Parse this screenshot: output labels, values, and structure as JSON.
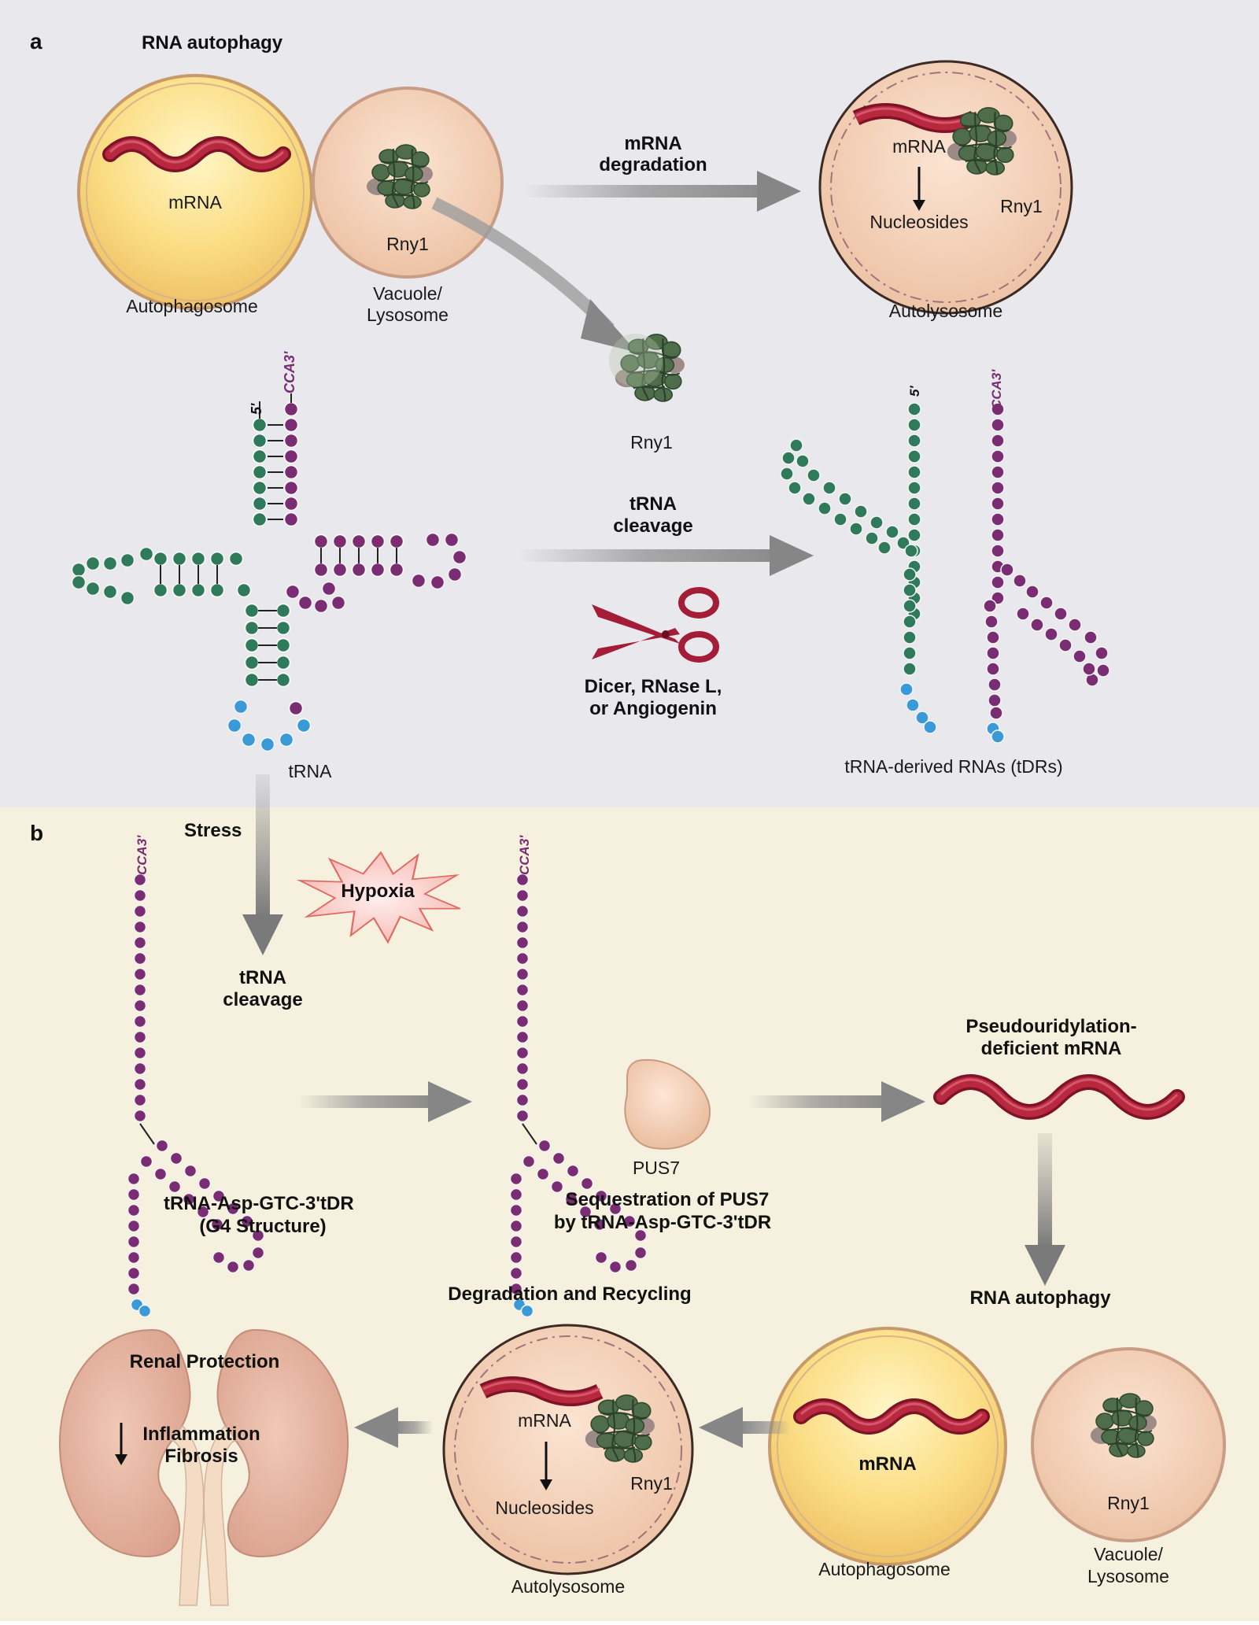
{
  "panel_a": {
    "letter": "a",
    "title": "RNA autophagy",
    "autophagosome": {
      "label": "Autophagosome",
      "content": "mRNA"
    },
    "vacuole": {
      "line1": "Vacuole/",
      "line2": "Lysosome",
      "content": "Rny1"
    },
    "arrow_mrna": {
      "line1": "mRNA",
      "line2": "degradation"
    },
    "autolysosome": {
      "label": "Autolysosome",
      "mrna": "mRNA",
      "nucleosides": "Nucleosides",
      "rny1": "Rny1"
    },
    "free_rny1": "Rny1",
    "trna": {
      "label": "tRNA",
      "five_prime": "5'",
      "three_prime": "CCA3'"
    },
    "arrow_trna": {
      "line1": "tRNA",
      "line2": "cleavage"
    },
    "enzymes": {
      "line1": "Dicer, RNase L,",
      "line2": "or Angiogenin"
    },
    "tdrs": {
      "label": "tRNA-derived RNAs (tDRs)",
      "five_prime": "5'",
      "three_prime": "CCA3'"
    }
  },
  "panel_b": {
    "letter": "b",
    "stress": "Stress",
    "hypoxia": "Hypoxia",
    "trna_cleavage": {
      "line1": "tRNA",
      "line2": "cleavage"
    },
    "tdr": {
      "line1": "tRNA-Asp-GTC-3'tDR",
      "line2": "(G4 Structure)",
      "three_prime": "CCA3'"
    },
    "pus7": {
      "label": "PUS7",
      "line1": "Sequestration of PUS7",
      "line2": "by tRNA-Asp-GTC-3'tDR",
      "three_prime": "CCA3'"
    },
    "deficient_mrna": {
      "line1": "Pseudouridylation-",
      "line2": "deficient mRNA"
    },
    "rna_autophagy": "RNA autophagy",
    "degradation": "Degradation and Recycling",
    "autolysosome": {
      "label": "Autolysosome",
      "mrna": "mRNA",
      "nucleosides": "Nucleosides",
      "rny1": "Rny1"
    },
    "autophagosome": {
      "label": "Autophagosome",
      "content": "mRNA"
    },
    "vacuole": {
      "line1": "Vacuole/",
      "line2": "Lysosome",
      "content": "Rny1"
    },
    "kidney": {
      "title": "Renal Protection",
      "line1": "Inflammation",
      "line2": "Fibrosis"
    }
  },
  "colors": {
    "panel_a_bg": "#e9e8ec",
    "panel_b_bg": "#f6f1de",
    "mrna": "#a31d36",
    "rny1": "#4c6b48",
    "nucleotide_green": "#2f7a5a",
    "nucleotide_purple": "#7a2d72",
    "nucleotide_blue": "#3a9ad8",
    "arrow": "#8a8a8a"
  },
  "icons": [
    "scissors-icon",
    "hypoxia-burst-icon",
    "kidney-icon",
    "down-arrow-icon"
  ]
}
